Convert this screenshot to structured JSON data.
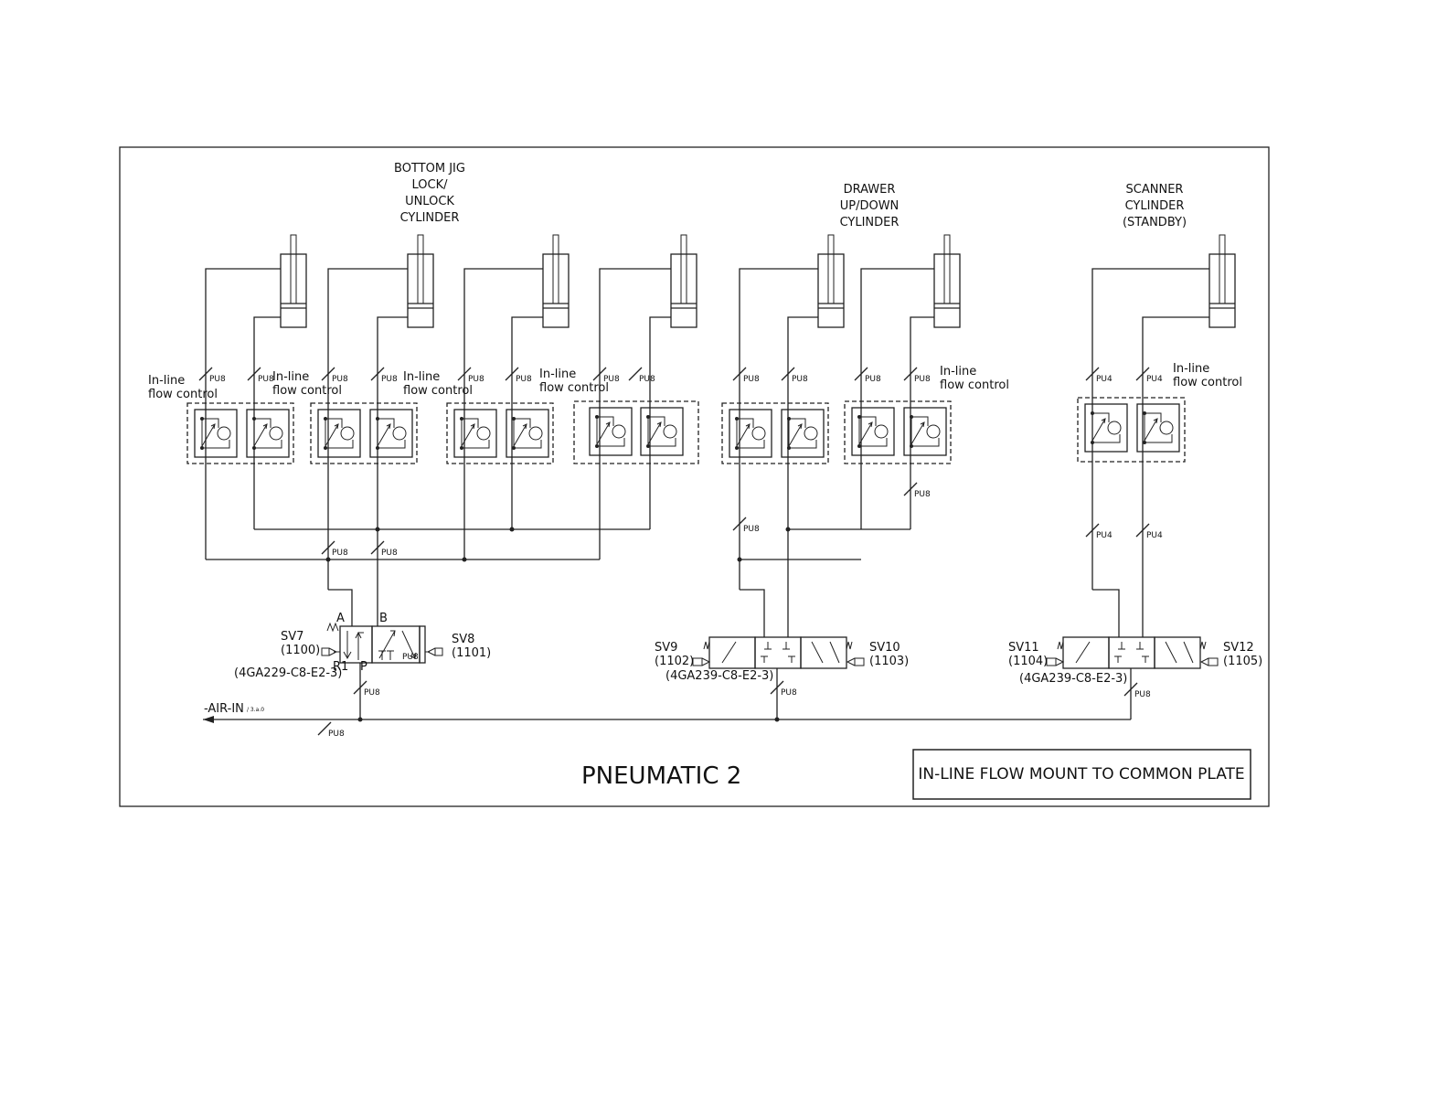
{
  "title": "PNEUMATIC 2",
  "note": "IN-LINE FLOW MOUNT TO COMMON PLATE",
  "cylinders": {
    "bottom_jig": [
      "BOTTOM JIG",
      "LOCK/",
      "UNLOCK",
      "CYLINDER"
    ],
    "drawer": [
      "DRAWER",
      "UP/DOWN",
      "CYLINDER"
    ],
    "scanner": [
      "SCANNER",
      "CYLINDER",
      "(STANDBY)"
    ]
  },
  "flow_control": {
    "line1": "In-line",
    "line2": "flow control"
  },
  "tubes": {
    "pu8": "PU8",
    "pu4": "PU4"
  },
  "valves": {
    "sv7": {
      "name": "SV7",
      "code": "(1100)"
    },
    "sv8": {
      "name": "SV8",
      "code": "(1101)"
    },
    "sv9": {
      "name": "SV9",
      "code": "(1102)"
    },
    "sv10": {
      "name": "SV10",
      "code": "(1103)"
    },
    "sv11": {
      "name": "SV11",
      "code": "(1104)"
    },
    "sv12": {
      "name": "SV12",
      "code": "(1105)"
    },
    "model_a": "(4GA229-C8-E2-3)",
    "model_b": "(4GA239-C8-E2-3)",
    "ports": {
      "a": "A",
      "b": "B",
      "r1": "R1",
      "p": "P"
    }
  },
  "air_in": {
    "label": "-AIR-IN",
    "ref": "/ 3.a.0"
  }
}
